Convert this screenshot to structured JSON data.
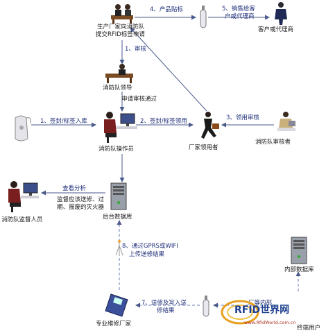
{
  "nodes": {
    "manufacturer": {
      "label_line1": "生产厂家向消防队",
      "label_line2": "提交RFID标签申请"
    },
    "customer": {
      "label": "客户或代理商"
    },
    "fire_leader": {
      "label": "消防队领导"
    },
    "approval_text": {
      "label": "申请审核通过"
    },
    "operator": {
      "label": "消防队操作员"
    },
    "recipient": {
      "label": "厂家领用者"
    },
    "reviewer": {
      "label": "消防队审核者"
    },
    "inspector": {
      "label": "消防队监督人员"
    },
    "backend_db": {
      "label": "后台数据库"
    },
    "internal_db": {
      "label": "内部数据库"
    },
    "repair_factory": {
      "label": "专业维修厂家"
    },
    "end_user": {
      "label": "终端用户"
    },
    "supervise_note": {
      "line1": "监督应该送修、过",
      "line2": "期、报废的灭火器"
    }
  },
  "edges": {
    "e1_review": "1、审核",
    "e1_seal_store": "1、签封/标签入库",
    "e2_seal_collect": "2、签封/标签领用",
    "e3_collect_review": "3、领用审核",
    "e4_product_tag": "4、产品贴标",
    "e5_sell": {
      "line1": "5、销售给客",
      "line2": "户或代理商"
    },
    "e6_view_analysis": "查看分析",
    "e7_repair": {
      "line1": "7、送修及写入送",
      "line2": "修结果"
    },
    "e8_upload": {
      "line1": "8、通过GPRS或WIFI",
      "line2": "上传送修结果"
    },
    "e9_partial": "厂等内部"
  },
  "watermark": {
    "brand": "RFID世界网",
    "url": "www.RfidWorld.com.cn"
  },
  "colors": {
    "arrow": "#4a5a8c",
    "dashed": "#6a7ab0",
    "text_blue": "#1f2f7a"
  }
}
